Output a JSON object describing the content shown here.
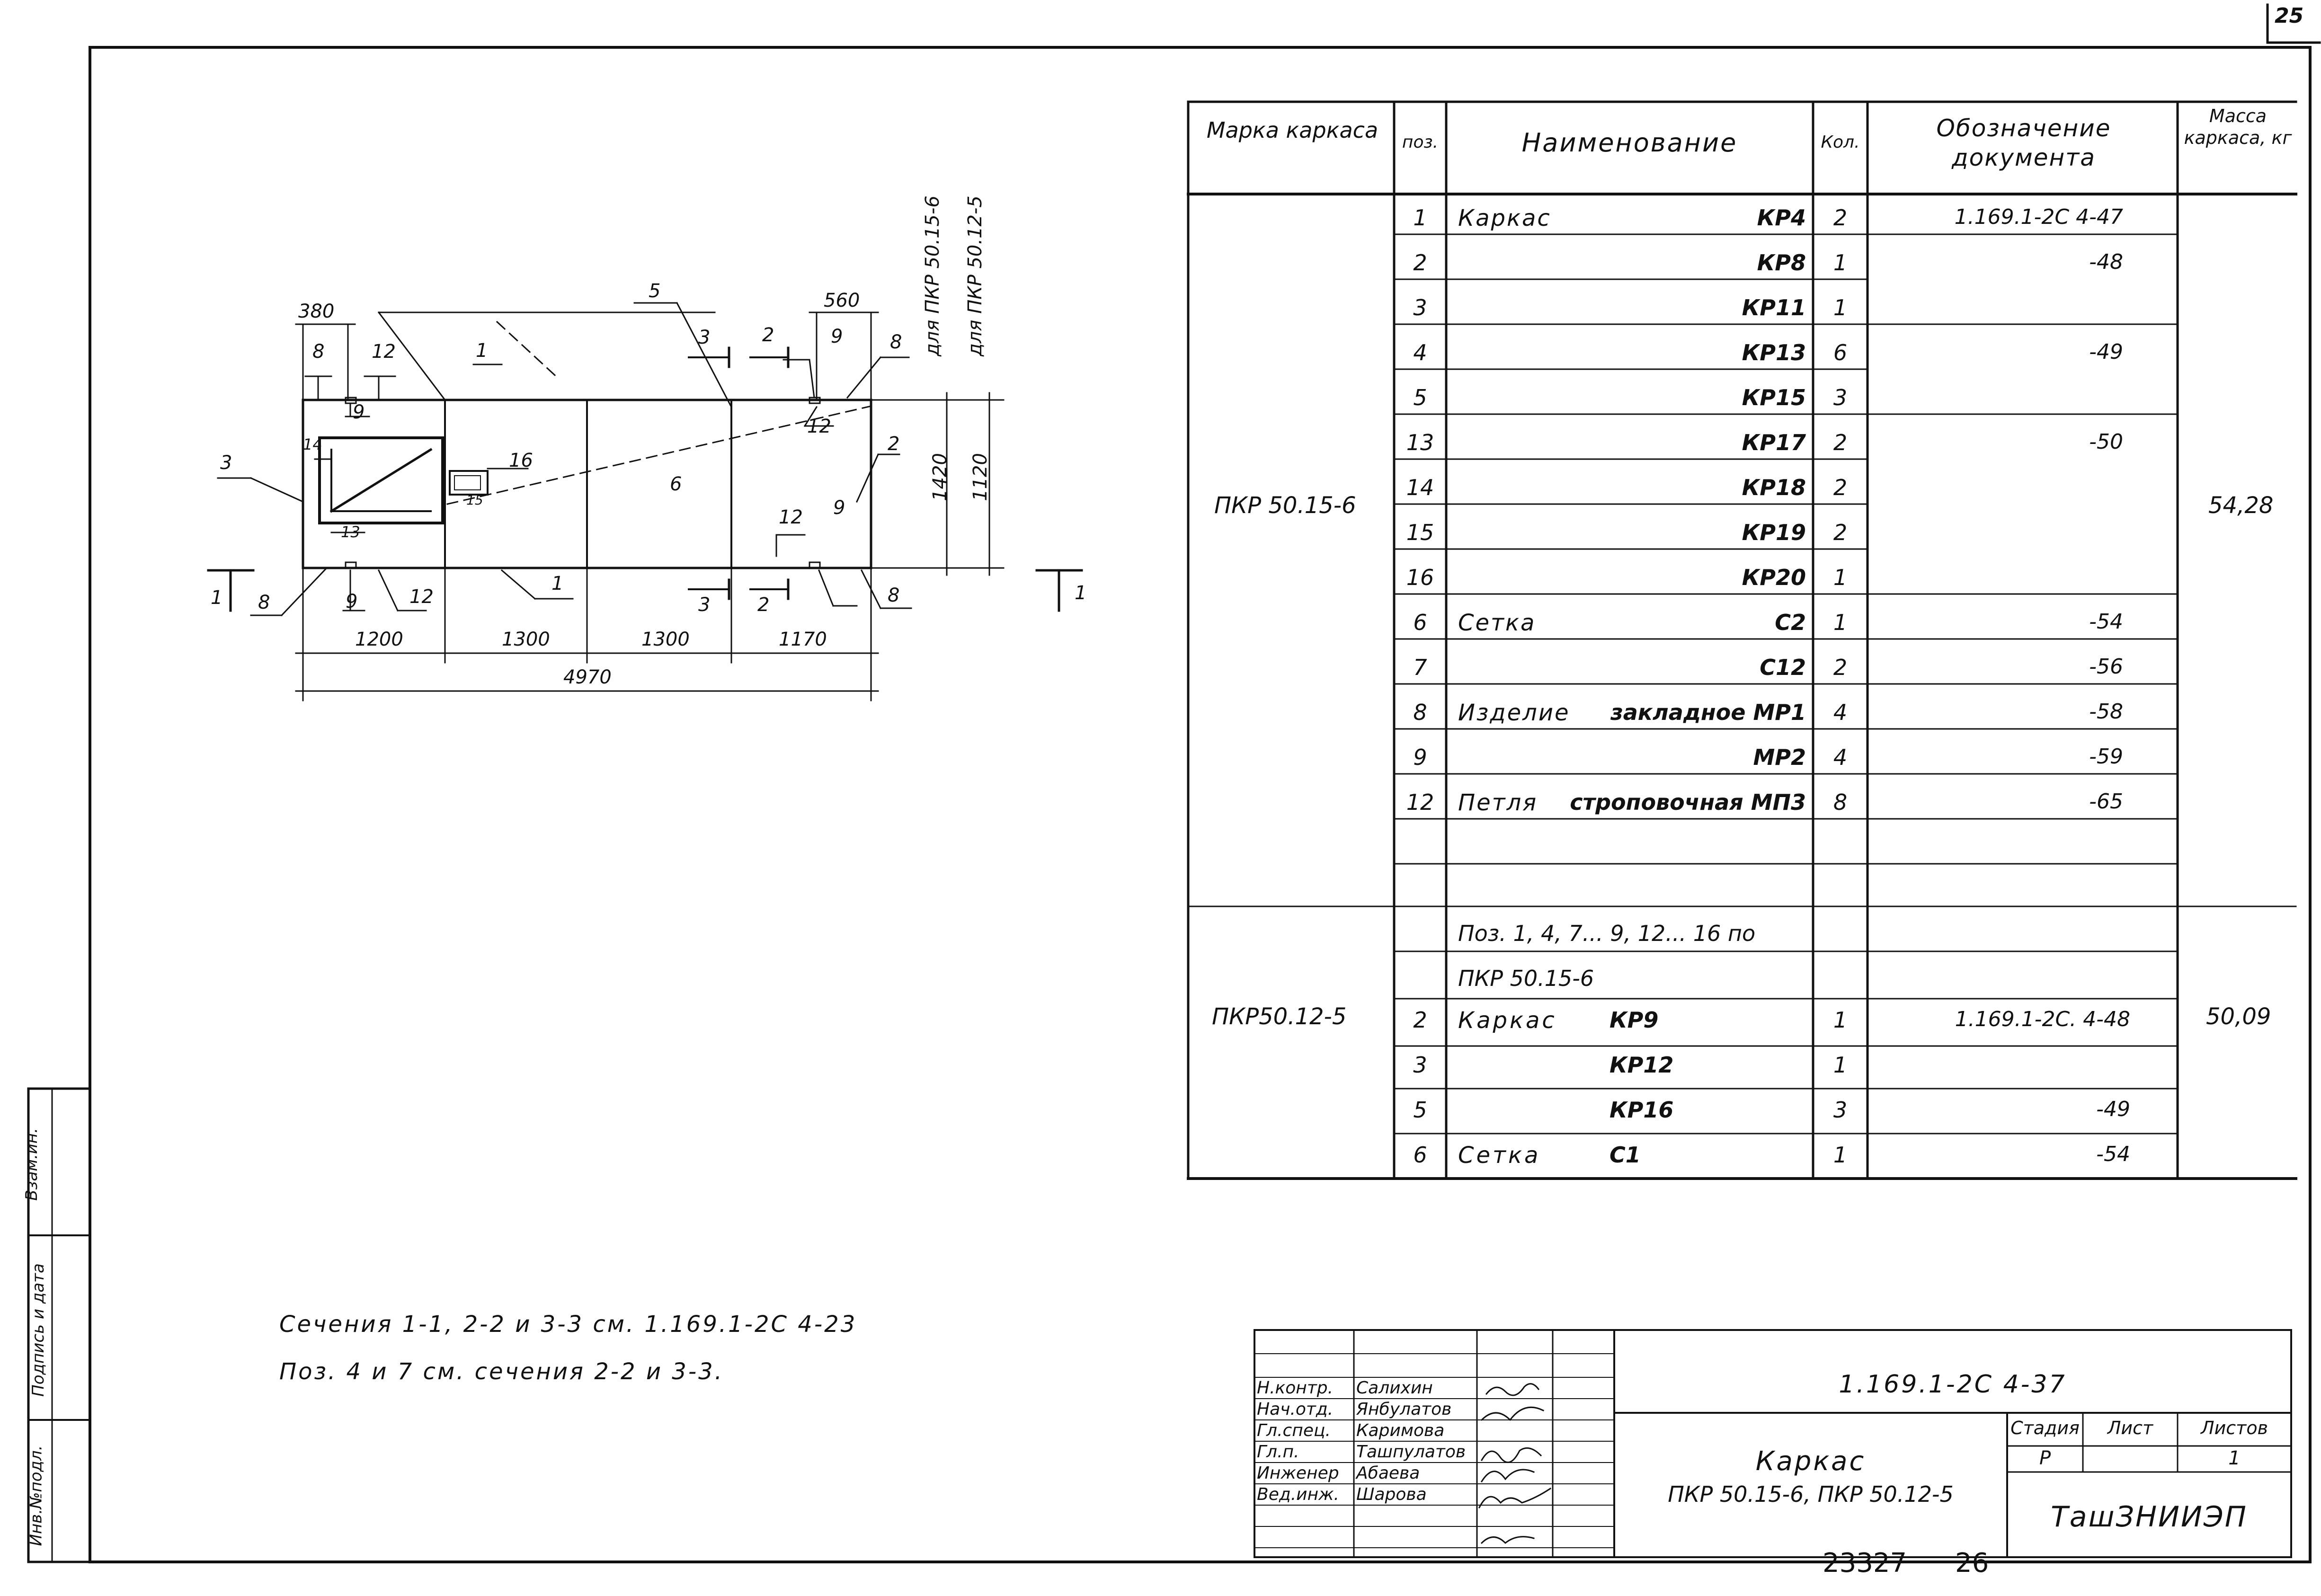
{
  "sheet_number": "25",
  "side_stamp": {
    "inv_no": "Инв.№подл.",
    "sign_date": "Подпись и дата",
    "vzam_inv": "Взам.ин."
  },
  "drawing": {
    "dimensions": {
      "d380": "380",
      "d560": "560",
      "d1200": "1200",
      "d1300a": "1300",
      "d1300b": "1300",
      "d1170": "1170",
      "d4970": "4970",
      "d1420": "1420",
      "d1120": "1120"
    },
    "section_labels": {
      "s1_left": "1",
      "s1_right": "1",
      "s2_top": "2",
      "s2_bottom": "2",
      "s3_top": "3",
      "s3_bottom": "3"
    },
    "positions": {
      "p1_top": "1",
      "p1_bottom": "1",
      "p2": "2",
      "p3": "3",
      "p5": "5",
      "p6": "6",
      "p8_tl": "8",
      "p8_tr": "8",
      "p8_bl": "8",
      "p8_br": "8",
      "p9_tl": "9",
      "p9_tr": "9",
      "p9_bl": "9",
      "p9_br": "9",
      "p12_tl": "12",
      "p12_tr": "12",
      "p12_bl": "12",
      "p12_br": "12",
      "p13": "13",
      "p14": "14",
      "p15": "15",
      "p16": "16"
    },
    "vertical_labels": {
      "for_15": "для ПКР 50.15-6",
      "for_12": "для ПКР 50.12-5"
    }
  },
  "notes": {
    "line1": "Сечения  1-1,  2-2 и 3-3  см.  1.169.1-2С 4-23",
    "line2": "Поз. 4 и 7  см.  сечения  2-2  и  3-3."
  },
  "spec": {
    "headers": {
      "mark": "Марка каркаса",
      "pos": "поз.",
      "name": "Наименование",
      "qty": "Кол.",
      "doc": "Обозначение документа",
      "mass": "Масса каркаса, кг"
    },
    "group1": {
      "mark": "ПКР 50.15-6",
      "mass": "54,28",
      "rows": [
        {
          "pos": "1",
          "prefix": "Каркас",
          "item": "КР4",
          "qty": "2",
          "doc": "1.169.1-2С 4-47"
        },
        {
          "pos": "2",
          "prefix": "",
          "item": "КР8",
          "qty": "1",
          "doc": "-48"
        },
        {
          "pos": "3",
          "prefix": "",
          "item": "КР11",
          "qty": "1",
          "doc": ""
        },
        {
          "pos": "4",
          "prefix": "",
          "item": "КР13",
          "qty": "6",
          "doc": "-49"
        },
        {
          "pos": "5",
          "prefix": "",
          "item": "КР15",
          "qty": "3",
          "doc": ""
        },
        {
          "pos": "13",
          "prefix": "",
          "item": "КР17",
          "qty": "2",
          "doc": "-50"
        },
        {
          "pos": "14",
          "prefix": "",
          "item": "КР18",
          "qty": "2",
          "doc": ""
        },
        {
          "pos": "15",
          "prefix": "",
          "item": "КР19",
          "qty": "2",
          "doc": ""
        },
        {
          "pos": "16",
          "prefix": "",
          "item": "КР20",
          "qty": "1",
          "doc": ""
        },
        {
          "pos": "6",
          "prefix": "Сетка",
          "item": "С2",
          "qty": "1",
          "doc": "-54"
        },
        {
          "pos": "7",
          "prefix": "",
          "item": "С12",
          "qty": "2",
          "doc": "-56"
        },
        {
          "pos": "8",
          "prefix": "Изделие",
          "item": "закладное МР1",
          "qty": "4",
          "doc": "-58"
        },
        {
          "pos": "9",
          "prefix": "",
          "item": "МР2",
          "qty": "4",
          "doc": "-59"
        },
        {
          "pos": "12",
          "prefix": "Петля",
          "item": "строповочная МП3",
          "qty": "8",
          "doc": "-65"
        }
      ]
    },
    "group2": {
      "mark": "ПКР50.12-5",
      "mass": "50,09",
      "note1": "Поз. 1, 4, 7... 9, 12... 16 по",
      "note2": "ПКР 50.15-6",
      "rows": [
        {
          "pos": "2",
          "prefix": "Каркас",
          "item": "КР9",
          "qty": "1",
          "doc": "1.169.1-2С. 4-48"
        },
        {
          "pos": "3",
          "prefix": "",
          "item": "КР12",
          "qty": "1",
          "doc": ""
        },
        {
          "pos": "5",
          "prefix": "",
          "item": "КР16",
          "qty": "3",
          "doc": "-49"
        },
        {
          "pos": "6",
          "prefix": "Сетка",
          "item": "С1",
          "qty": "1",
          "doc": "-54"
        }
      ]
    }
  },
  "title_block": {
    "doc_code": "1.169.1-2С 4-37",
    "roles": [
      "Н.контр.",
      "Нач.отд.",
      "Гл.спец.",
      "Гл.п.",
      "Инженер",
      "Вед.инж."
    ],
    "names": [
      "Салихин",
      "Янбулатов",
      "Каримова",
      "Ташпулатов",
      "Абаева",
      "Шарова"
    ],
    "title_line1": "Каркас",
    "title_line2": "ПКР 50.15-6,  ПКР 50.12-5",
    "stage_label": "Стадия",
    "sheet_label": "Лист",
    "sheets_label": "Листов",
    "stage_value": "Р",
    "sheet_value": "",
    "sheets_value": "1",
    "organization": "ТашЗНИИЭП"
  },
  "footer": {
    "inventory": "23327",
    "page": "26"
  }
}
